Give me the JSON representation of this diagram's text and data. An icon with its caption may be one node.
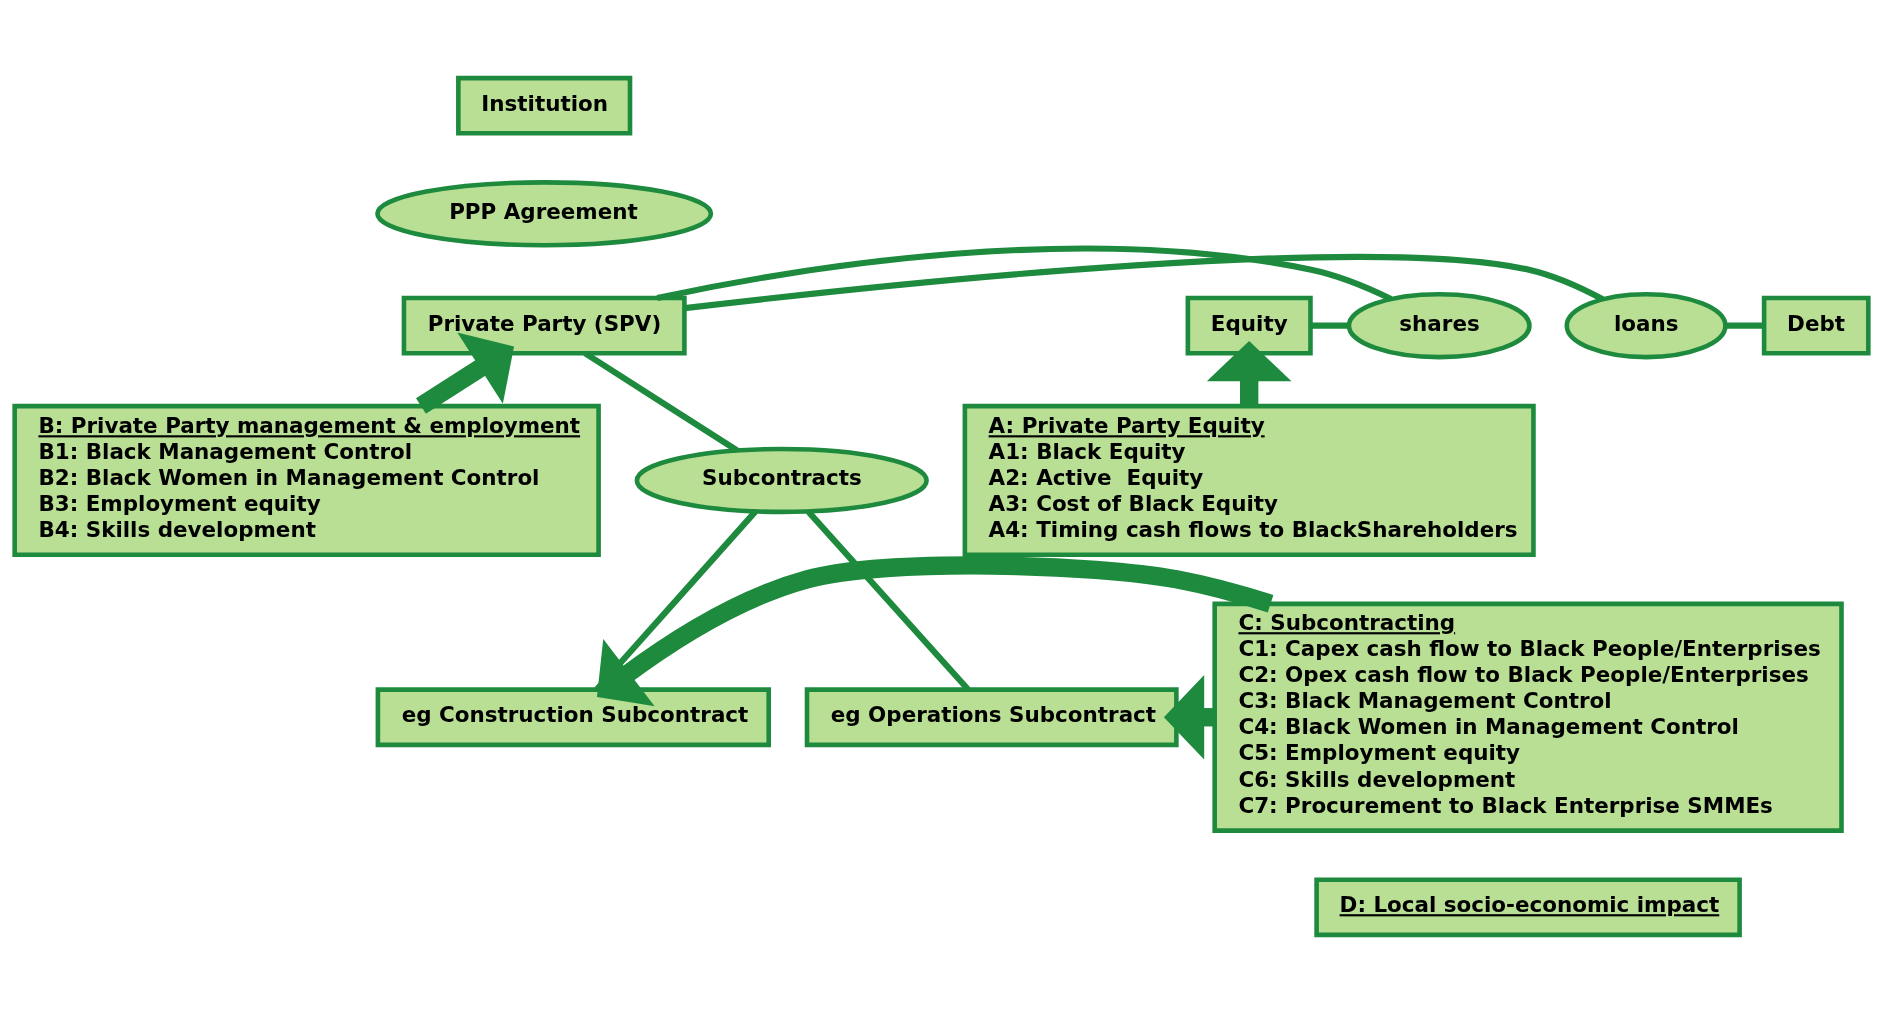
{
  "diagram": {
    "nodes": [
      {
        "text": [
          "Institution"
        ]
      },
      {
        "text": [
          "PPP Agreement"
        ]
      },
      {
        "text": [
          "Equity"
        ]
      },
      {
        "text": [
          "shares"
        ]
      },
      {
        "text": [
          "Private Party (SPV)"
        ]
      },
      {
        "text": [
          "loans"
        ]
      },
      {
        "text": [
          "Debt"
        ]
      },
      {
        "text": [
          "A: Private Party Equity",
          "A1: Black Equity",
          "A2: Active  Equity",
          "A3: Cost of Black Equity",
          "A4: Timing cash flows to BlackShareholders"
        ]
      },
      {
        "text": [
          "B: Private Party management & employment",
          "B1: Black Management Control",
          "B2: Black Women in Management Control",
          "B3: Employment equity",
          "B4: Skills development"
        ]
      },
      {
        "text": [
          "Subcontracts"
        ]
      },
      {
        "text": [
          "eg Construction Subcontract"
        ]
      },
      {
        "text": [
          "C: Subcontracting",
          "C1: Capex cash flow to Black People/Enterprises",
          "C2: Opex cash flow to Black People/Enterprises",
          "C3: Black Management Control",
          "C4: Black Women in Management Control",
          "C5: Employment equity",
          "C6: Skills development",
          "C7: Procurement to Black Enterprise SMMEs"
        ]
      },
      {
        "text": [
          "eg Operations Subcontract"
        ]
      },
      {
        "text": [
          "D: Local socio-economic impact"
        ]
      }
    ],
    "edges": [
      {
        "from": 2,
        "to": 3,
        "arrow": "none"
      },
      {
        "from": 3,
        "to": 4,
        "arrow": "none"
      },
      {
        "from": 4,
        "to": 5,
        "arrow": "none"
      },
      {
        "from": 5,
        "to": 6,
        "arrow": "none"
      },
      {
        "from": 7,
        "to": 2,
        "arrow": "to",
        "style": "thick"
      },
      {
        "from": 8,
        "to": 4,
        "arrow": "to",
        "style": "thick"
      },
      {
        "from": 4,
        "to": 9,
        "arrow": "none"
      },
      {
        "from": 9,
        "to": 10,
        "arrow": "none"
      },
      {
        "from": 9,
        "to": 12,
        "arrow": "none"
      },
      {
        "from": 11,
        "to": 10,
        "arrow": "to",
        "style": "thick"
      },
      {
        "from": 11,
        "to": 12,
        "arrow": "to",
        "style": "thick"
      }
    ]
  }
}
